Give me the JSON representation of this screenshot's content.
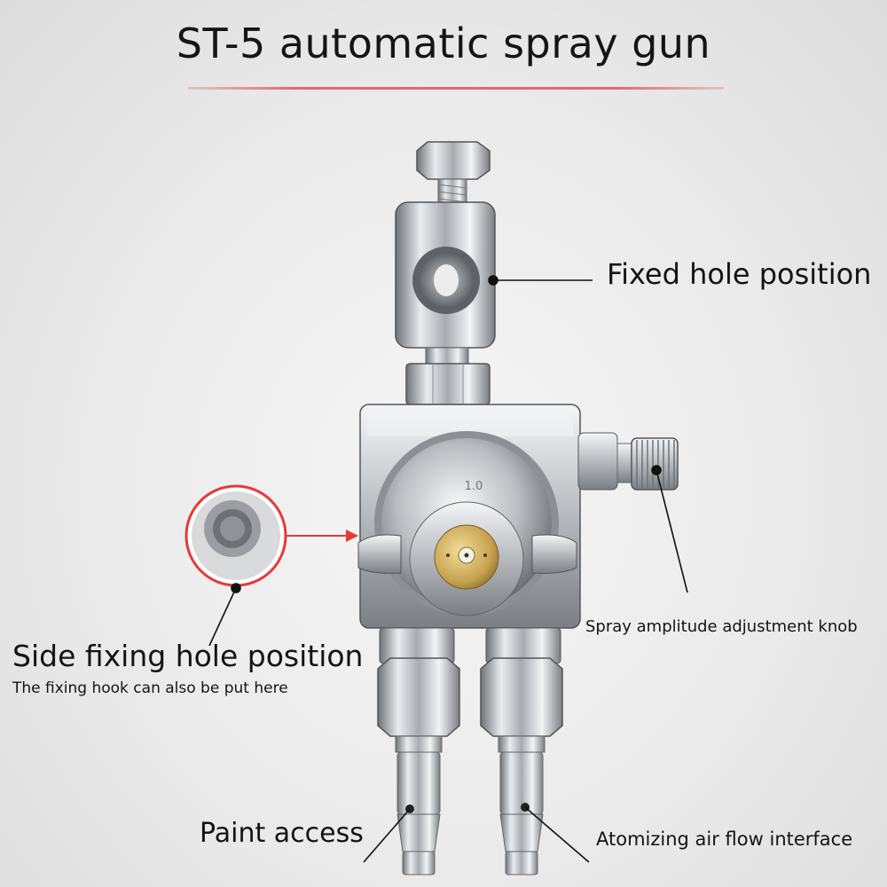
{
  "title": "ST-5 automatic spray gun",
  "accent_color": "#e06a6a",
  "callouts": {
    "fixed_hole": "Fixed hole position",
    "side_fixing": "Side fixing hole position",
    "side_fixing_note": "The fixing hook can also be put here",
    "knob": "Spray amplitude adjustment knob",
    "paint": "Paint access",
    "air": "Atomizing air flow interface"
  },
  "cap_marking": "1.0"
}
